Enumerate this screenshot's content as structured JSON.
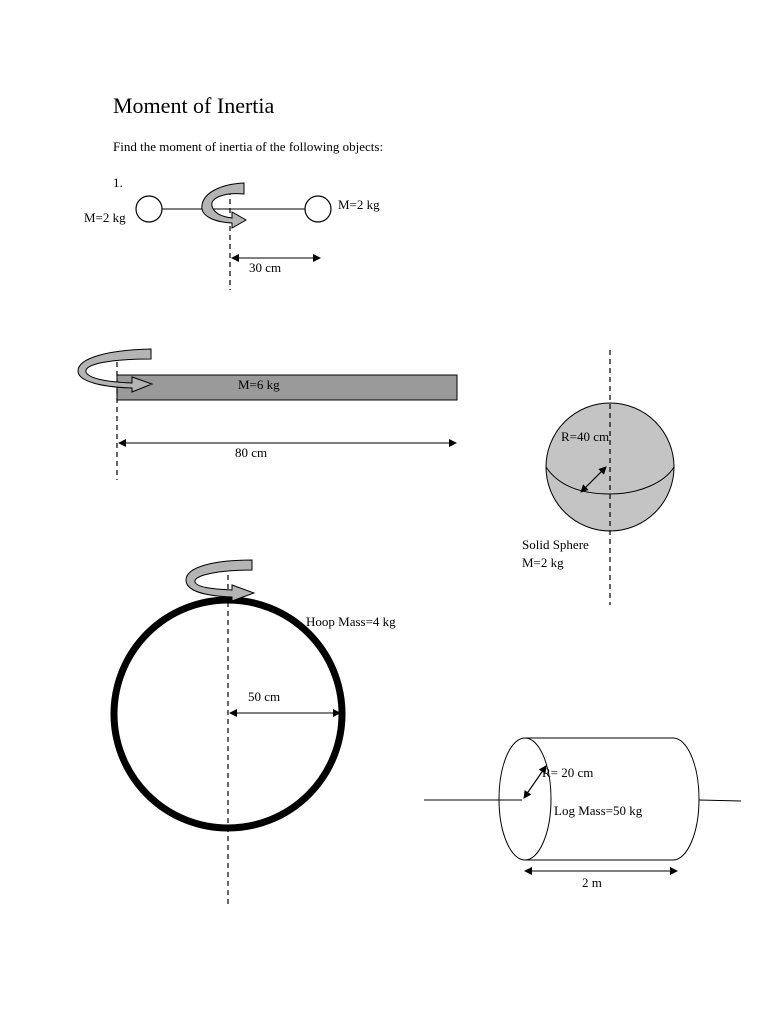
{
  "page": {
    "title": "Moment of Inertia",
    "instruction": "Find the moment of inertia of the following objects:"
  },
  "problems": {
    "dumbbell": {
      "number": "1.",
      "mass_left": "M=2 kg",
      "mass_right": "M=2 kg",
      "distance": "30 cm"
    },
    "rod": {
      "mass": "M=6 kg",
      "length": "80 cm",
      "fill": "#9a9a9a"
    },
    "sphere": {
      "radius": "R=40  cm",
      "name": "Solid Sphere",
      "mass": "M=2 kg",
      "fill": "#c4c4c4"
    },
    "hoop": {
      "mass": "Hoop Mass=4 kg",
      "radius": "50 cm"
    },
    "log": {
      "radius": "R= 20 cm",
      "mass": "Log Mass=50 kg",
      "length": "2 m"
    }
  },
  "rotation_arrow_fill": "#b4b4b4"
}
